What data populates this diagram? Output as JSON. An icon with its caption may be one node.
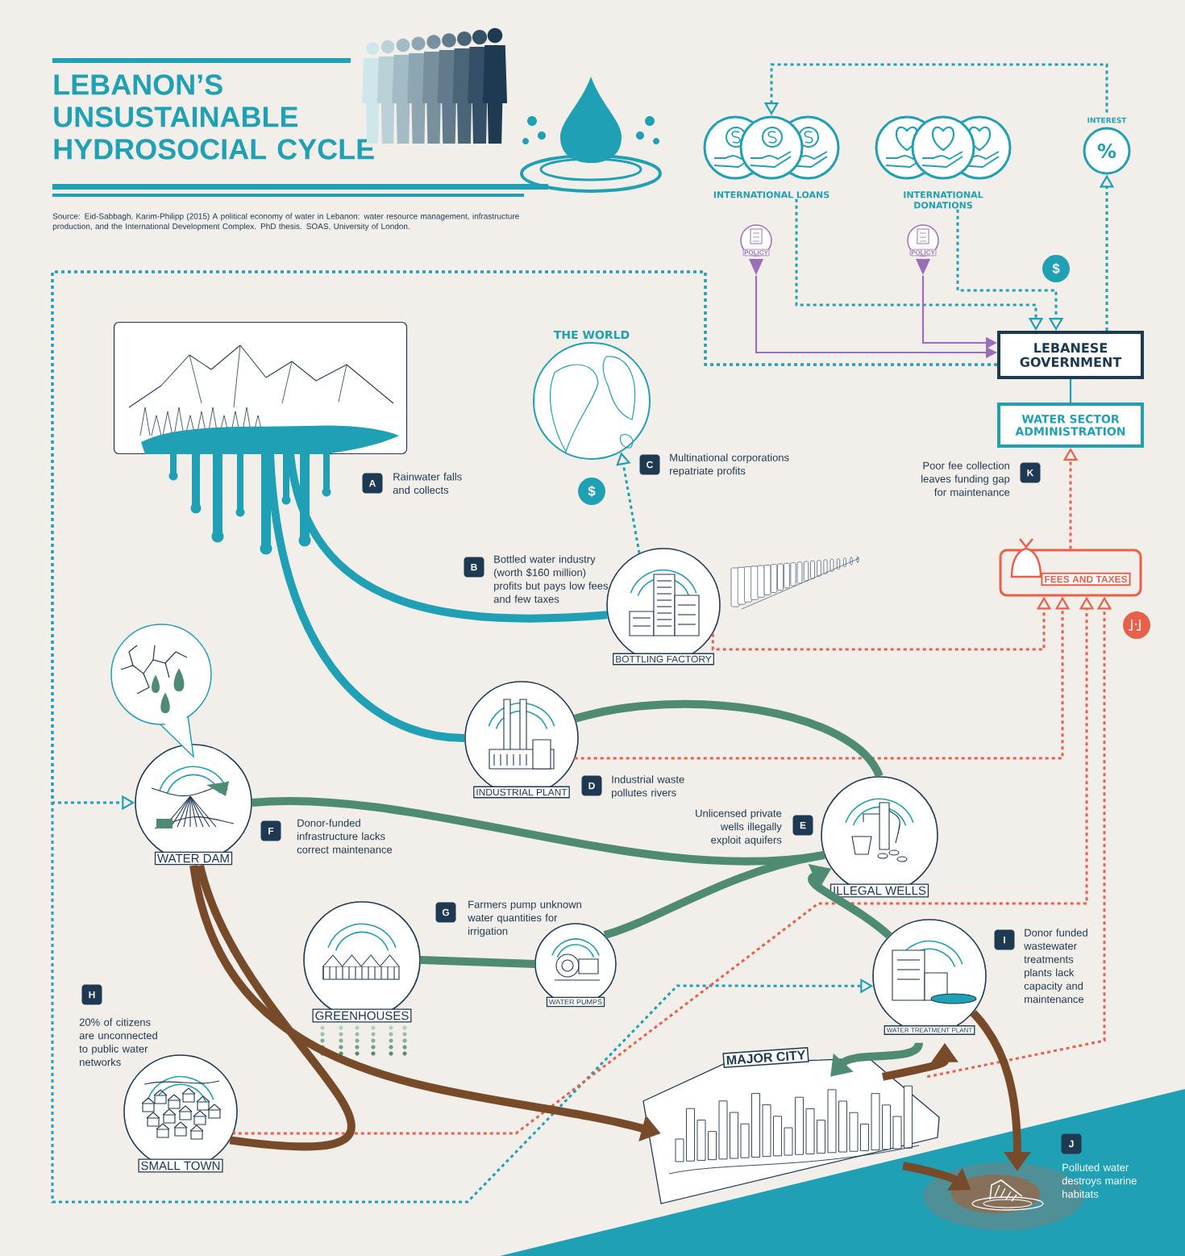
{
  "diagram": {
    "title": "LEBANON’S UNSUSTAINABLE HYDROSOCIAL CYCLE",
    "caption": "Source: Eid-Sabbagh, Karim-Philipp (2015) A political economy of water in Lebanon: water resource management, infrastructure production, and the International Development Complex. PhD thesis. SOAS, University of London.",
    "nodes": [
      {
        "text": [
          "INTERNATIONAL LOANS"
        ]
      },
      {
        "text": [
          "INTERNATIONAL DONATIONS"
        ]
      },
      {
        "text": [
          "INTEREST",
          "%"
        ]
      },
      {
        "text": [
          "POLICY"
        ]
      },
      {
        "text": [
          "POLICY"
        ]
      },
      {
        "text": [
          "LEBANESE GOVERNMENT"
        ]
      },
      {
        "text": [
          "WATER SECTOR ADMINISTRATION"
        ]
      },
      {
        "text": [
          "FEES AND TAXES"
        ]
      },
      {
        "text": [],
        "shape": "picture",
        "beside": [
          "A",
          "Rainwater falls and collects"
        ]
      },
      {
        "text": [
          "THE WORLD"
        ],
        "beside": [
          "C",
          "Multinational corporations repatriate profits"
        ]
      },
      {
        "text": [
          "BOTTLING FACTORY"
        ],
        "beside": [
          "B",
          "Bottled water industry (worth $160 million) profits but pays low fees and few taxes"
        ]
      },
      {
        "text": [
          "INDUSTRIAL PLANT"
        ],
        "beside": [
          "D",
          "Industrial waste pollutes rivers"
        ]
      },
      {
        "text": [
          "WATER DAM"
        ],
        "beside": [
          "F",
          "Donor-funded infrastructure lacks correct maintenance"
        ]
      },
      {
        "text": [
          "ILLEGAL WELLS"
        ],
        "beside": [
          "E",
          "Unlicensed private wells illegally exploit aquifers"
        ]
      },
      {
        "text": [
          "GREENHOUSES"
        ]
      },
      {
        "text": [
          "WATER PUMPS"
        ],
        "beside": [
          "G",
          "Farmers pump unknown water quantities for irrigation"
        ]
      },
      {
        "text": [
          "WATER TREATMENT PLANT"
        ],
        "beside": [
          "I",
          "Donor funded wastewater treatments plants lack capacity and maintenance"
        ]
      },
      {
        "text": [
          "MAJOR CITY"
        ]
      },
      {
        "text": [
          "SMALL TOWN"
        ],
        "beside": [
          "H",
          "20% of citizens are unconnected to public water networks"
        ]
      },
      {
        "text": [],
        "shape": "picture",
        "beside": [
          "J",
          "Polluted water destroys marine habitats"
        ]
      }
    ],
    "edges": [
      {
        "from": 0,
        "to": 5,
        "arrow": "to",
        "style": "dashed"
      },
      {
        "from": 1,
        "to": 5,
        "arrow": "to",
        "style": "dashed"
      },
      {
        "from": 3,
        "to": 5,
        "arrow": "to",
        "color": "#9b6fb5"
      },
      {
        "from": 4,
        "to": 5,
        "arrow": "to",
        "color": "#9b6fb5"
      },
      {
        "from": 5,
        "to": 2,
        "arrow": "to",
        "style": "dashed"
      },
      {
        "from": 2,
        "to": 0,
        "arrow": "to",
        "style": "dashed"
      },
      {
        "from": 5,
        "to": 12,
        "arrow": "to",
        "style": "dashed"
      },
      {
        "from": 5,
        "to": 16,
        "arrow": "to",
        "style": "dashed"
      },
      {
        "from": 10,
        "to": 9,
        "arrow": "to",
        "style": "dashed"
      },
      {
        "from": 10,
        "to": 7,
        "arrow": "to",
        "style": "dashed",
        "color": "#e8604a"
      },
      {
        "from": 11,
        "to": 7,
        "arrow": "to",
        "style": "dashed",
        "color": "#e8604a"
      },
      {
        "from": 18,
        "to": 7,
        "arrow": "to",
        "style": "dashed",
        "color": "#e8604a"
      },
      {
        "from": 17,
        "to": 7,
        "arrow": "to",
        "style": "dashed",
        "color": "#e8604a"
      },
      {
        "from": 7,
        "to": 6,
        "arrow": "to",
        "style": "dashed",
        "color": "#e8604a"
      },
      {
        "from": 8,
        "to": 10,
        "arrow": "none",
        "style": "thick"
      },
      {
        "from": 8,
        "to": 11,
        "arrow": "none",
        "style": "thick"
      },
      {
        "from": 11,
        "to": 13,
        "arrow": "none",
        "style": "thick",
        "color": "#4e8b72"
      },
      {
        "from": 12,
        "to": 13,
        "arrow": "none",
        "style": "thick",
        "color": "#4e8b72"
      },
      {
        "from": 13,
        "to": 15,
        "arrow": "none",
        "style": "thick",
        "color": "#4e8b72"
      },
      {
        "from": 15,
        "to": 14,
        "arrow": "none",
        "style": "thick",
        "color": "#4e8b72"
      },
      {
        "from": 16,
        "to": 13,
        "arrow": "to",
        "style": "thick",
        "color": "#4e8b72"
      },
      {
        "from": 12,
        "to": 17,
        "arrow": "to",
        "style": "thick",
        "color": "#774b29"
      },
      {
        "from": 12,
        "to": 18,
        "arrow": "none",
        "style": "thick",
        "color": "#774b29"
      },
      {
        "from": 16,
        "to": 17,
        "arrow": "to",
        "style": "thick",
        "color": "#4e8b72"
      },
      {
        "from": 17,
        "to": 16,
        "arrow": "to",
        "style": "thick",
        "color": "#774b29"
      },
      {
        "from": 16,
        "to": 19,
        "arrow": "to",
        "style": "thick",
        "color": "#774b29"
      },
      {
        "from": 17,
        "to": 19,
        "arrow": "to",
        "style": "thick",
        "color": "#774b29"
      },
      {
        "from": 5,
        "to": 6,
        "arrow": "none"
      }
    ],
    "labels": [
      "$",
      "$",
      "K",
      "Poor fee collection leaves funding gap for maintenance"
    ]
  }
}
